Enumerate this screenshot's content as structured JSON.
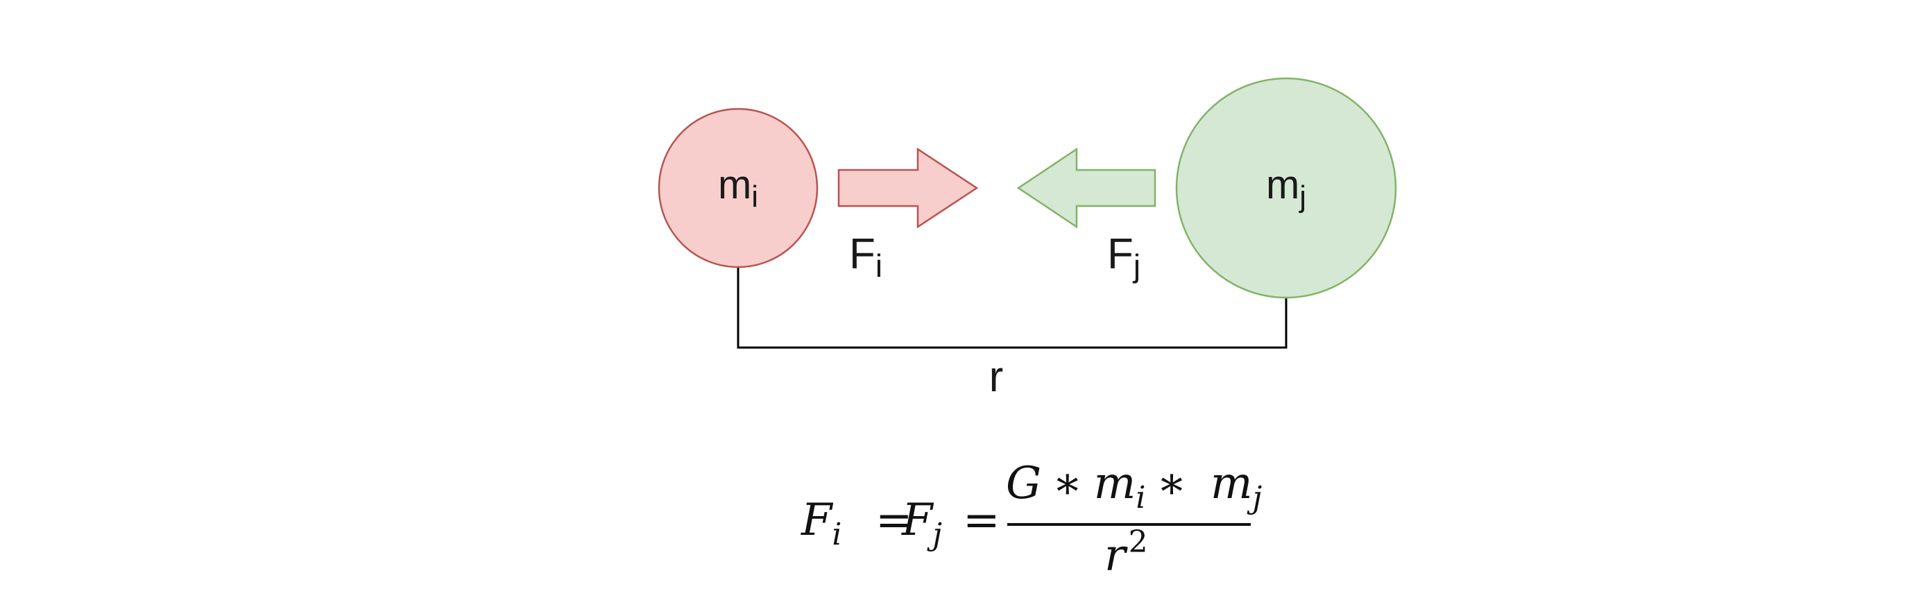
{
  "colors": {
    "mass_i_fill": "#f8cecc",
    "mass_i_stroke": "#b85450",
    "mass_j_fill": "#d5e8d4",
    "mass_j_stroke": "#82b366",
    "line": "#000000"
  },
  "mass_i": {
    "base": "m",
    "sub": "i"
  },
  "mass_j": {
    "base": "m",
    "sub": "j"
  },
  "force_i": {
    "base": "F",
    "sub": "i"
  },
  "force_j": {
    "base": "F",
    "sub": "j"
  },
  "distance_label": "r",
  "formula": {
    "lhs1_base": "F",
    "lhs1_sub": "i",
    "equals1": "=",
    "lhs2_base": "F",
    "lhs2_sub": "j",
    "equals2": "=",
    "num_G": "G",
    "num_op1": "∗",
    "num_m1_base": "m",
    "num_m1_sub": "i",
    "num_op2": "∗",
    "num_m2_base": "m",
    "num_m2_sub": "j",
    "den_base": "r",
    "den_sup": "2"
  }
}
